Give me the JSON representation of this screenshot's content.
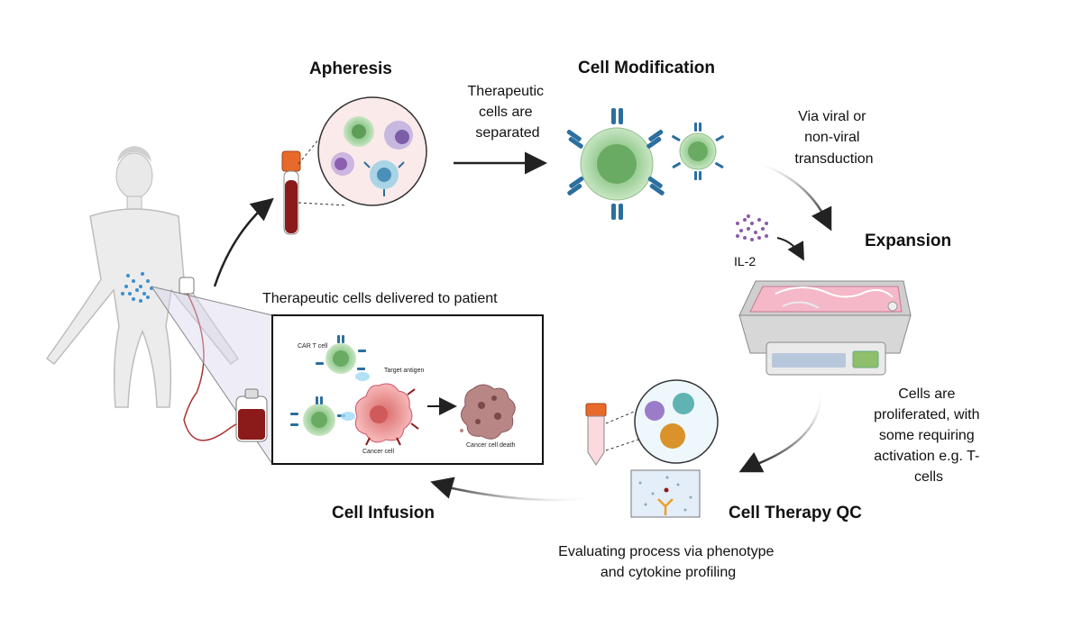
{
  "titles": {
    "apheresis": "Apheresis",
    "cell_modification": "Cell Modification",
    "expansion": "Expansion",
    "cell_therapy_qc": "Cell Therapy QC",
    "cell_infusion": "Cell Infusion"
  },
  "captions": {
    "separated": [
      "Therapeutic",
      "cells are",
      "separated"
    ],
    "transduction": [
      "Via viral or",
      "non-viral",
      "transduction"
    ],
    "proliferated": [
      "Cells are",
      "proliferated, with",
      "some requiring",
      "activation e.g. T-",
      "cells"
    ],
    "qc": [
      "Evaluating process via phenotype",
      "and cytokine profiling"
    ],
    "delivered": "Therapeutic cells delivered to patient",
    "il2": "IL-2"
  },
  "inset": {
    "car_t": "CAR T cell",
    "target_antigen": "Target antigen",
    "cancer_cell": "Cancer cell",
    "cancer_death": "Cancer cell death"
  },
  "colors": {
    "cell_green": "#a8d5a2",
    "receptor_blue": "#2b6f9f",
    "blood_red": "#8b1a1a",
    "cancer_pink": "#f2a7a7",
    "bioreactor_pink": "#f4b8c8"
  }
}
